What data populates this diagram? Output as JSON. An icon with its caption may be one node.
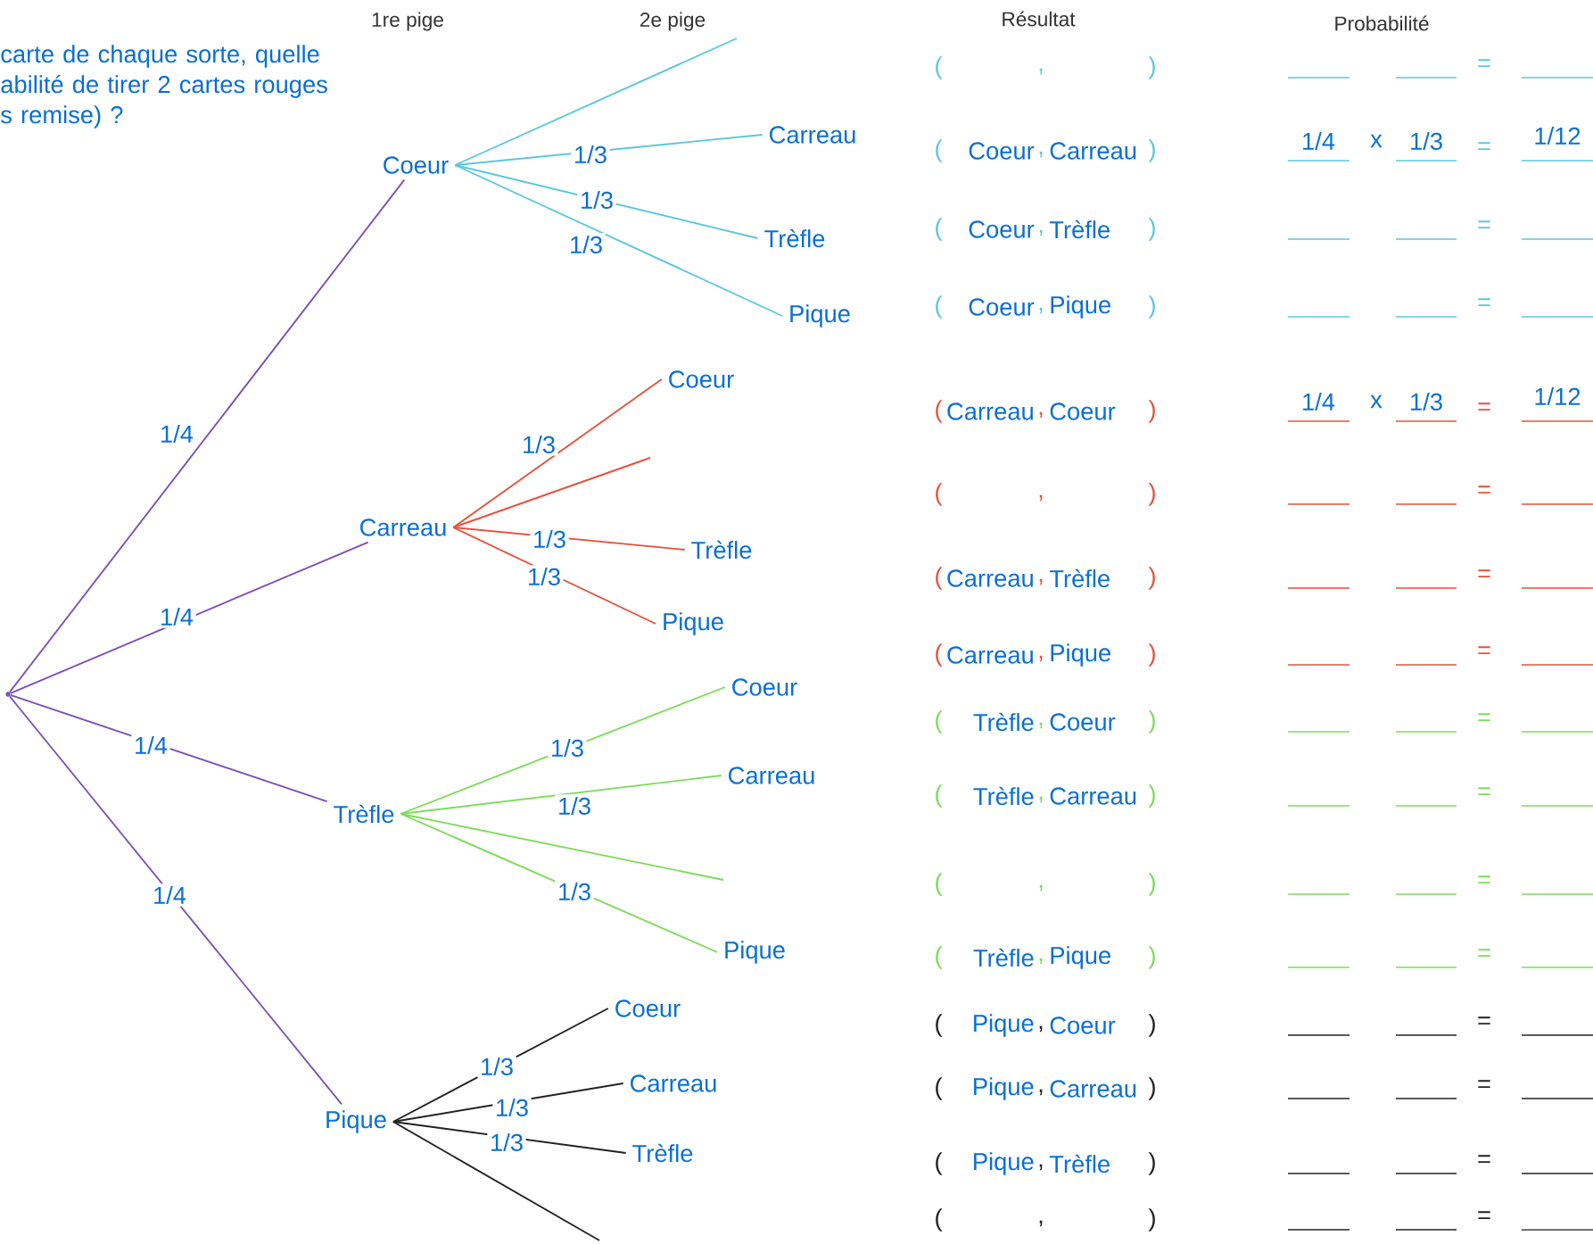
{
  "diagram": {
    "nodes": [
      {
        "text": [],
        "shape": "dot"
      },
      {
        "text": [
          "Coeur"
        ]
      },
      {
        "text": [
          "Carreau"
        ]
      },
      {
        "text": [
          "Trèfle"
        ]
      },
      {
        "text": [
          "Pique"
        ]
      },
      {
        "text": [
          "Carreau"
        ]
      },
      {
        "text": [
          "Trèfle"
        ]
      },
      {
        "text": [
          "Pique"
        ]
      },
      {
        "text": [
          "Coeur"
        ]
      },
      {
        "text": [
          "Trèfle"
        ]
      },
      {
        "text": [
          "Pique"
        ]
      },
      {
        "text": [
          "Coeur"
        ]
      },
      {
        "text": [
          "Carreau"
        ]
      },
      {
        "text": [
          "Pique"
        ]
      },
      {
        "text": [
          "Coeur"
        ]
      },
      {
        "text": [
          "Carreau"
        ]
      },
      {
        "text": [
          "Trèfle"
        ]
      }
    ],
    "edges": [
      {
        "from": 0,
        "to": 1,
        "arrow": "none",
        "label": "1/4",
        "color": "#7b4fb5"
      },
      {
        "from": 0,
        "to": 2,
        "arrow": "none",
        "label": "1/4",
        "color": "#7b4fb5"
      },
      {
        "from": 0,
        "to": 3,
        "arrow": "none",
        "label": "1/4",
        "color": "#7b4fb5"
      },
      {
        "from": 0,
        "to": 4,
        "arrow": "none",
        "label": "1/4",
        "color": "#7b4fb5"
      },
      {
        "from": 1,
        "to": null,
        "arrow": "none",
        "color": "#5bc8dc"
      },
      {
        "from": 1,
        "to": 5,
        "arrow": "none",
        "label": "1/3",
        "color": "#5bc8dc"
      },
      {
        "from": 1,
        "to": 6,
        "arrow": "none",
        "label": "1/3",
        "color": "#5bc8dc"
      },
      {
        "from": 1,
        "to": 7,
        "arrow": "none",
        "label": "1/3",
        "color": "#5bc8dc"
      },
      {
        "from": 2,
        "to": 8,
        "arrow": "none",
        "label": "1/3",
        "color": "#e5533d"
      },
      {
        "from": 2,
        "to": null,
        "arrow": "none",
        "color": "#e5533d"
      },
      {
        "from": 2,
        "to": 9,
        "arrow": "none",
        "label": "1/3",
        "color": "#e5533d"
      },
      {
        "from": 2,
        "to": 10,
        "arrow": "none",
        "label": "1/3",
        "color": "#e5533d"
      },
      {
        "from": 3,
        "to": 11,
        "arrow": "none",
        "label": "1/3",
        "color": "#7ddc5a"
      },
      {
        "from": 3,
        "to": 12,
        "arrow": "none",
        "label": "1/3",
        "color": "#7ddc5a"
      },
      {
        "from": 3,
        "to": null,
        "arrow": "none",
        "color": "#7ddc5a"
      },
      {
        "from": 3,
        "to": 13,
        "arrow": "none",
        "label": "1/3",
        "color": "#7ddc5a"
      },
      {
        "from": 4,
        "to": 14,
        "arrow": "none",
        "label": "1/3",
        "color": "#222222"
      },
      {
        "from": 4,
        "to": 15,
        "arrow": "none",
        "label": "1/3",
        "color": "#222222"
      },
      {
        "from": 4,
        "to": 16,
        "arrow": "none",
        "label": "1/3",
        "color": "#222222"
      },
      {
        "from": 4,
        "to": null,
        "arrow": "none",
        "color": "#222222"
      }
    ],
    "labels": [
      "1re pige",
      "2e pige",
      "Résultat",
      "Probabilité",
      "carte de chaque sorte, quelle abilité de tirer 2 cartes rouges s remise) ?",
      "(",
      ",",
      ")",
      "=",
      "(",
      "Coeur",
      ",",
      "Carreau",
      ")",
      "1/4",
      "x",
      "1/3",
      "=",
      "1/12",
      "(",
      "Coeur",
      ",",
      "Trèfle",
      ")",
      "=",
      "(",
      "Coeur",
      ",",
      "Pique",
      ")",
      "=",
      "(",
      "Carreau",
      ",",
      "Coeur",
      ")",
      "1/4",
      "x",
      "1/3",
      "=",
      "1/12",
      "(",
      ",",
      ")",
      "=",
      "(",
      "Carreau",
      ",",
      "Trèfle",
      ")",
      "=",
      "(",
      "Carreau",
      ",",
      "Pique",
      ")",
      "=",
      "(",
      "Trèfle",
      ",",
      "Coeur",
      ")",
      "=",
      "(",
      "Trèfle",
      ",",
      "Carreau",
      ")",
      "=",
      "(",
      ",",
      ")",
      "=",
      "(",
      "Trèfle",
      ",",
      "Pique",
      ")",
      "=",
      "(",
      "Pique",
      ",",
      "Coeur",
      ")",
      "=",
      "(",
      "Pique",
      ",",
      "Carreau",
      ")",
      "=",
      "(",
      "Pique",
      ",",
      "Trèfle",
      ")",
      "=",
      "(",
      ",",
      ")",
      "="
    ]
  }
}
